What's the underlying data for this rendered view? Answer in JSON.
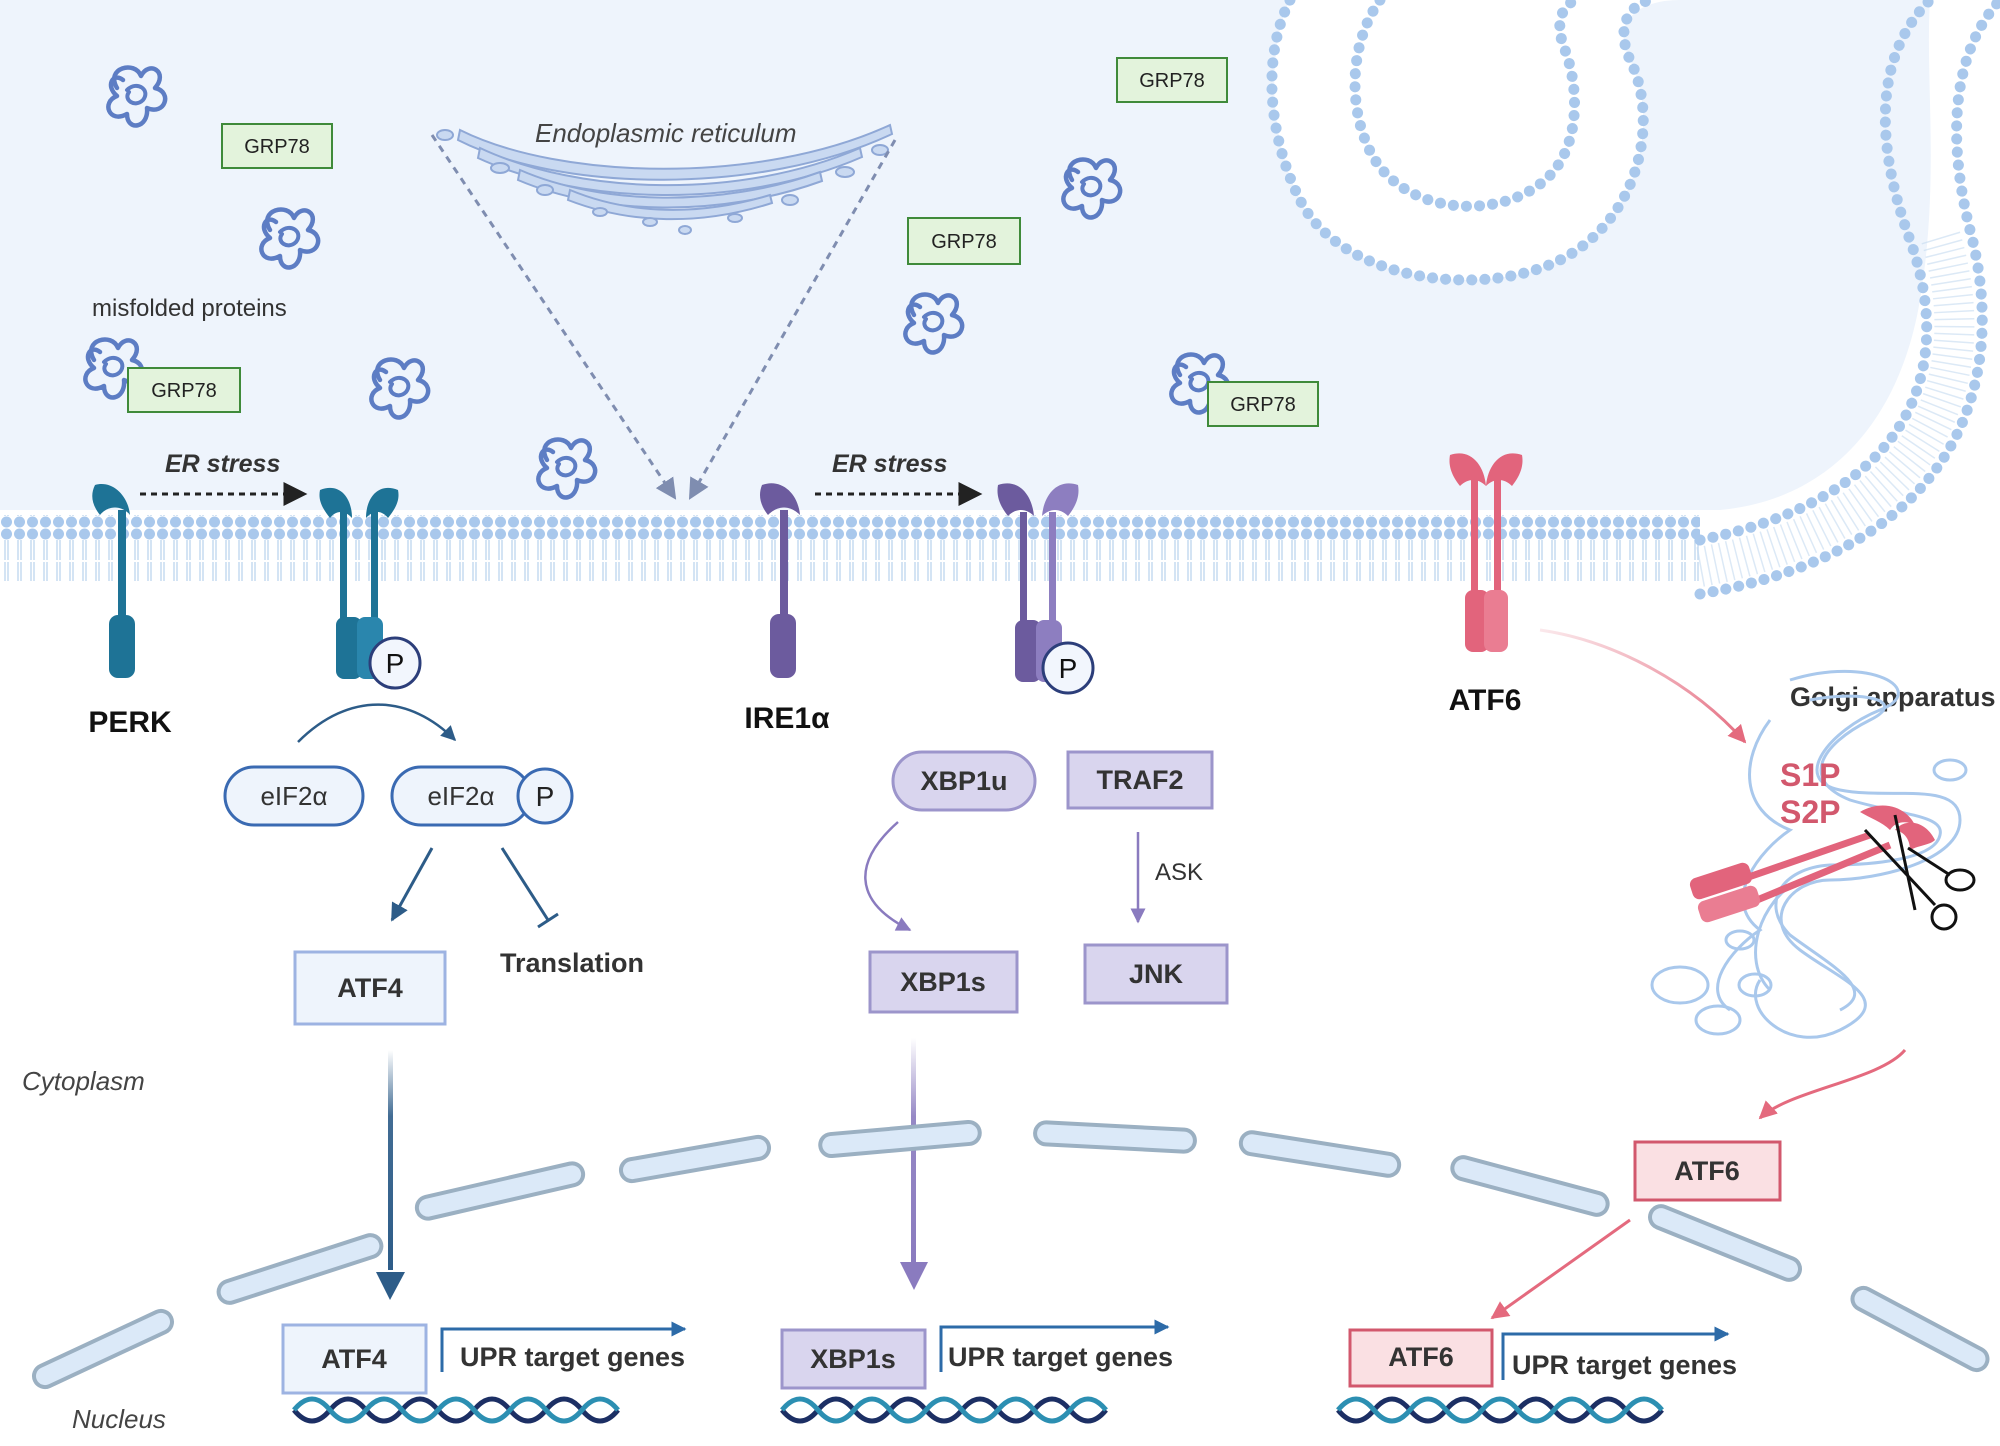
{
  "er_label": "Endoplasmic reticulum",
  "misfolded_label": "misfolded proteins",
  "grp78": [
    "GRP78",
    "GRP78",
    "GRP78",
    "GRP78",
    "GRP78"
  ],
  "er_stress": "ER stress",
  "phospho": "P",
  "perk": {
    "name": "PERK",
    "eif2a": "eIF2α",
    "atf4": "ATF4",
    "translation": "Translation",
    "nuclear": "ATF4",
    "target": "UPR target genes"
  },
  "ire1": {
    "name": "IRE1α",
    "xbp1u": "XBP1u",
    "traf2": "TRAF2",
    "ask": "ASK",
    "xbp1s": "XBP1s",
    "jnk": "JNK",
    "nuclear": "XBP1s",
    "target": "UPR target genes"
  },
  "atf6": {
    "name": "ATF6",
    "golgi": "Golgi apparatus",
    "s1p": "S1P",
    "s2p": "S2P",
    "cyto": "ATF6",
    "nuclear": "ATF6",
    "target": "UPR target genes"
  },
  "cytoplasm": "Cytoplasm",
  "nucleus": "Nucleus",
  "colors": {
    "er_lumen": "#eef4fc",
    "membrane": "#a9c8ec",
    "perk": "#1e7396",
    "ire1": "#6c5b9e",
    "atf6": "#e2647c",
    "grp78_fill": "#e3f3dc",
    "grp78_stroke": "#3f8a3a",
    "arrow_blue": "#2d5c88"
  }
}
